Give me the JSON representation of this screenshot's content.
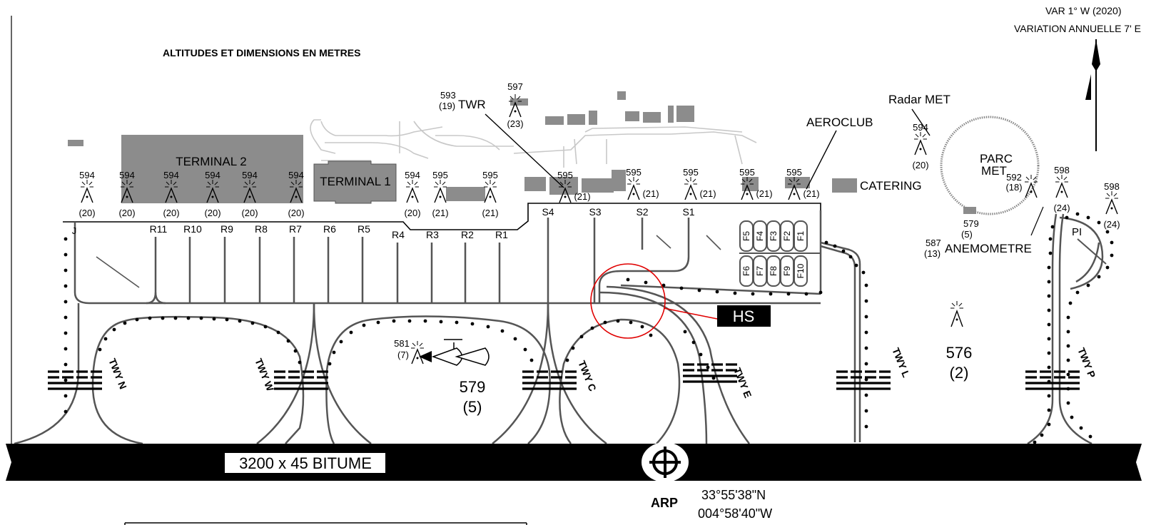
{
  "header": {
    "units_note": "ALTITUDES ET DIMENSIONS EN METRES",
    "var_line1": "VAR 1° W (2020)",
    "var_line2": "VARIATION ANNUELLE 7' E"
  },
  "runway": {
    "label": "3200 x 45 BITUME"
  },
  "arp": {
    "label": "ARP",
    "lat": "33°55'38\"N",
    "lon": "004°58'40\"W"
  },
  "buildings": {
    "terminal2": "TERMINAL 2",
    "terminal1": "TERMINAL 1",
    "twr_elev": "593",
    "twr_height": "(19)",
    "twr_label": "TWR",
    "aeroclub": "AEROCLUB",
    "catering": "CATERING",
    "radar_met": "Radar MET",
    "parc_met_1": "PARC",
    "parc_met_2": "MET",
    "anemometre": "ANEMOMETRE",
    "anemo_elev": "587",
    "anemo_height": "(13)",
    "hs": "HS",
    "pi": "PI"
  },
  "taxiways": {
    "twy_n": "TWY N",
    "twy_w": "TWY W",
    "twy_c": "TWY C",
    "twy_e": "TWY E",
    "twy_l": "TWY L",
    "twy_p": "TWY P",
    "j": "J"
  },
  "stands": [
    "R11",
    "R10",
    "R9",
    "R8",
    "R7",
    "R6",
    "R5",
    "R4",
    "R3",
    "R2",
    "R1",
    "S4",
    "S3",
    "S2",
    "S1"
  ],
  "parking_f": [
    "F5",
    "F4",
    "F3",
    "F2",
    "F1",
    "F6",
    "F7",
    "F8",
    "F9",
    "F10"
  ],
  "obstacles": [
    {
      "elev": "594",
      "h": "(20)"
    },
    {
      "elev": "594",
      "h": "(20)"
    },
    {
      "elev": "594",
      "h": "(20)"
    },
    {
      "elev": "594",
      "h": "(20)"
    },
    {
      "elev": "594",
      "h": "(20)"
    },
    {
      "elev": "594",
      "h": "(20)"
    },
    {
      "elev": "594",
      "h": "(20)"
    },
    {
      "elev": "595",
      "h": "(21)"
    },
    {
      "elev": "595",
      "h": "(21)"
    },
    {
      "elev": "595",
      "h": "(21)"
    },
    {
      "elev": "595",
      "h": "(21)"
    },
    {
      "elev": "595",
      "h": "(21)"
    },
    {
      "elev": "595",
      "h": "(21)"
    },
    {
      "elev": "595",
      "h": "(21)"
    },
    {
      "elev": "597",
      "h": "(23)"
    },
    {
      "elev": "594",
      "h": "(20)"
    },
    {
      "elev": "592",
      "h": "(18)"
    },
    {
      "elev": "598",
      "h": "(24)"
    },
    {
      "elev": "598",
      "h": "(24)"
    },
    {
      "elev": "581",
      "h": "(7)"
    }
  ],
  "met_579": {
    "elev": "579",
    "h": "(5)"
  },
  "field_elev_1": {
    "elev": "579",
    "h": "(5)"
  },
  "field_elev_2": {
    "elev": "576",
    "h": "(2)"
  }
}
